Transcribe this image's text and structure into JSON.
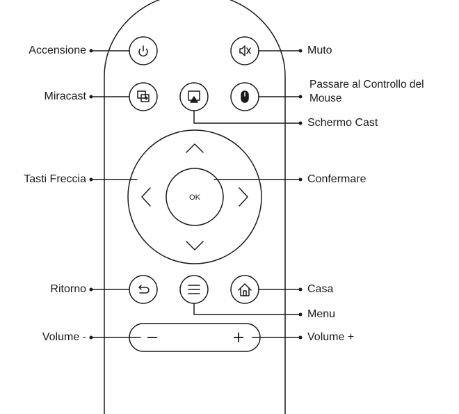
{
  "labels": {
    "power": "Accensione",
    "mute": "Muto",
    "miracast": "Miracast",
    "mouse_line1": "Passare al Controllo del",
    "mouse_line2": "Mouse",
    "screen_cast": "Schermo Cast",
    "arrows": "Tasti Freccia",
    "confirm": "Confermare",
    "back": "Ritorno",
    "home": "Casa",
    "menu": "Menu",
    "volume_down": "Volume -",
    "volume_up": "Volume +"
  },
  "remote": {
    "ok_label": "OK",
    "volume_minus_symbol": "−",
    "volume_plus_symbol": "+"
  },
  "colors": {
    "stroke": "#1a1a1a",
    "background": "#ffffff"
  },
  "icons": [
    "power-icon",
    "mute-icon",
    "miracast-icon",
    "screen-cast-icon",
    "mouse-icon",
    "back-icon",
    "menu-icon",
    "home-icon"
  ]
}
